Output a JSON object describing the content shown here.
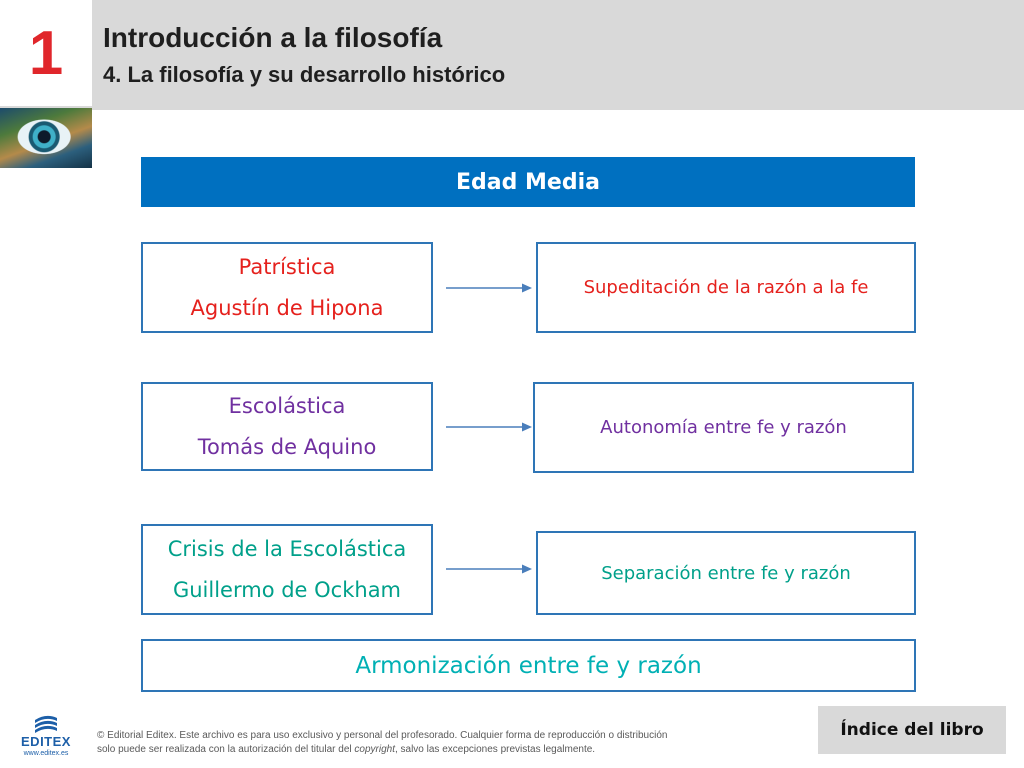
{
  "header": {
    "chapter_number": "1",
    "title": "Introducción a la filosofía",
    "subtitle": "4. La filosofía y su desarrollo histórico"
  },
  "diagram": {
    "banner": "Edad Media",
    "rows": [
      {
        "period": "Patrística",
        "author": "Agustín de Hipona",
        "relation": "Supeditación de la razón a la fe",
        "left_color": "#e5211d",
        "right_color": "#e5211d"
      },
      {
        "period": "Escolástica",
        "author": "Tomás de Aquino",
        "relation": "Autonomía entre fe y razón",
        "left_color": "#7030a0",
        "right_color": "#7030a0"
      },
      {
        "period": "Crisis de la Escolástica",
        "author": "Guillermo de Ockham",
        "relation": "Separación entre fe y razón",
        "left_color": "#00a08a",
        "right_color": "#00a08a"
      }
    ],
    "synthesis": "Armonización entre fe y razón",
    "synthesis_color": "#00b0b4",
    "accent_color": "#0070c0",
    "border_color": "#2e75b6",
    "arrow_icon": "arrow-right-icon"
  },
  "footer": {
    "logo_text": "EDITEX",
    "logo_url": "www.editex.es",
    "copyright_line1": "© Editorial Editex. Este archivo es para uso exclusivo y personal del profesorado. Cualquier forma de reproducción o distribución",
    "copyright_line2_a": "solo puede ser realizada con la autorización del titular del ",
    "copyright_line2_italic": "copyright",
    "copyright_line2_b": ", salvo las excepciones previstas legalmente.",
    "index_button": "Índice del libro"
  }
}
